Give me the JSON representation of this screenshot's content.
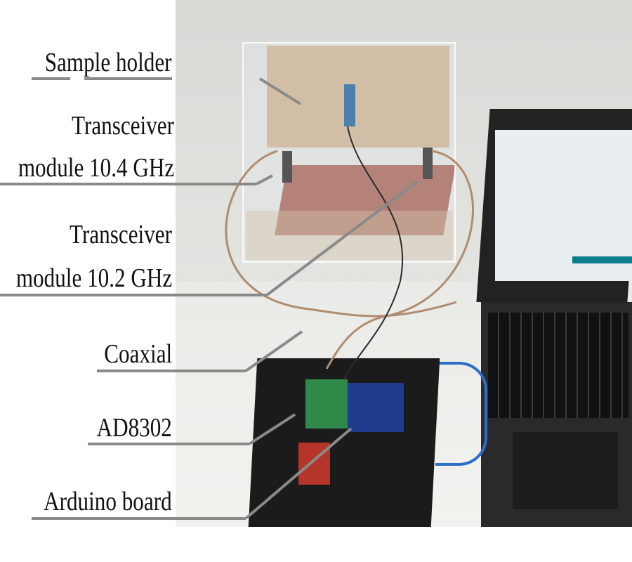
{
  "labels": {
    "sample_holder": "Sample holder",
    "transceiver_104_line1": "Transceiver",
    "transceiver_104_line2": "module 10.4 GHz",
    "transceiver_102_line1": "Transceiver",
    "transceiver_102_line2": "module 10.2 GHz",
    "coaxial": "Coaxial",
    "ad8302": "AD8302",
    "arduino": "Arduino board"
  },
  "colors": {
    "leader_line": "#8a8a8a",
    "text": "#111111"
  }
}
